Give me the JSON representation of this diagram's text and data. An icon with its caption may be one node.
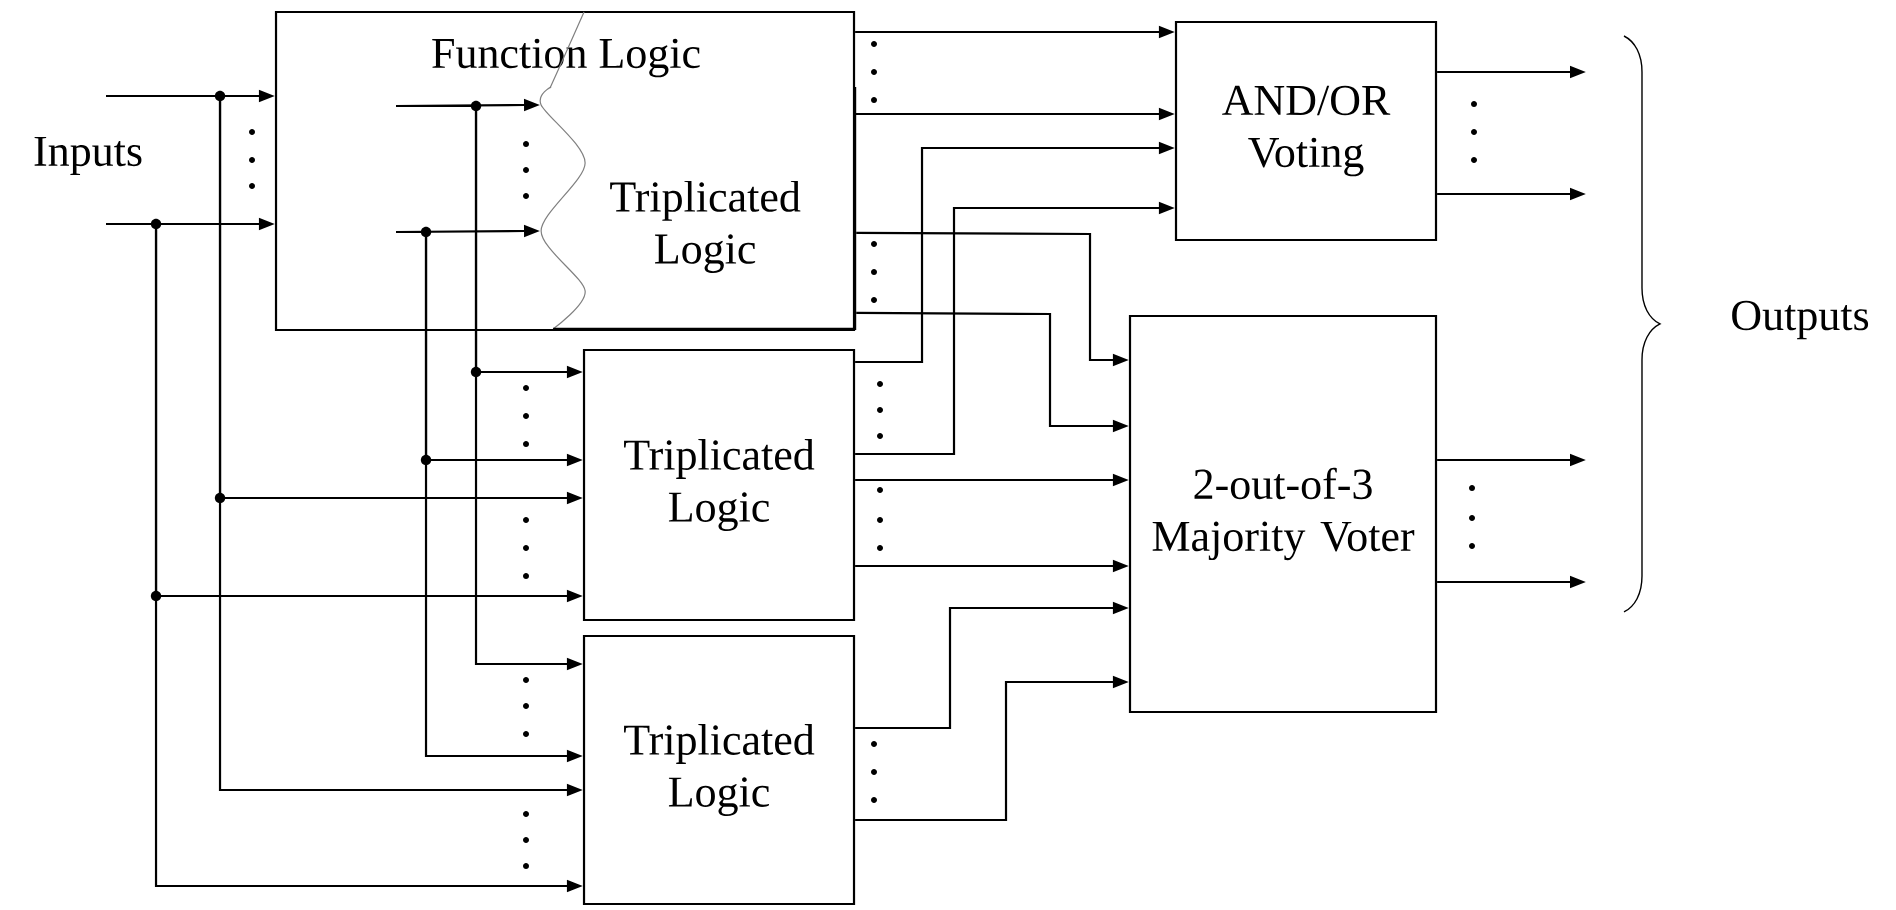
{
  "diagram": {
    "nodes": [
      {
        "text": [
          "Function Logic"
        ]
      },
      {
        "text": [
          "Triplicated Logic"
        ],
        "in": 0
      },
      {
        "text": [
          "Triplicated Logic"
        ]
      },
      {
        "text": [
          "Triplicated Logic"
        ]
      },
      {
        "text": [
          "AND/OR Voting"
        ]
      },
      {
        "text": [
          "2-out-of-3 Majority Voter"
        ]
      }
    ],
    "edges": [
      {
        "from": null,
        "to": 0,
        "arrow": "to"
      },
      {
        "from": null,
        "to": 2,
        "arrow": "to"
      },
      {
        "from": null,
        "to": 3,
        "arrow": "to"
      },
      {
        "from": null,
        "to": 0,
        "arrow": "to"
      },
      {
        "from": null,
        "to": 2,
        "arrow": "to"
      },
      {
        "from": null,
        "to": 3,
        "arrow": "to"
      },
      {
        "from": null,
        "to": 1,
        "arrow": "to"
      },
      {
        "from": null,
        "to": 1,
        "arrow": "to"
      },
      {
        "from": null,
        "to": 2,
        "arrow": "to"
      },
      {
        "from": null,
        "to": 3,
        "arrow": "to"
      },
      {
        "from": null,
        "to": 2,
        "arrow": "to"
      },
      {
        "from": null,
        "to": 3,
        "arrow": "to"
      },
      {
        "from": 0,
        "to": 4,
        "arrow": "to"
      },
      {
        "from": 0,
        "to": 4,
        "arrow": "to"
      },
      {
        "from": 2,
        "to": 4,
        "arrow": "to"
      },
      {
        "from": 2,
        "to": 4,
        "arrow": "to"
      },
      {
        "from": 1,
        "to": 5,
        "arrow": "to"
      },
      {
        "from": 1,
        "to": 5,
        "arrow": "to"
      },
      {
        "from": 2,
        "to": 5,
        "arrow": "to"
      },
      {
        "from": 2,
        "to": 5,
        "arrow": "to"
      },
      {
        "from": 3,
        "to": 5,
        "arrow": "to"
      },
      {
        "from": 3,
        "to": 5,
        "arrow": "to"
      },
      {
        "from": 4,
        "to": null,
        "arrow": "to"
      },
      {
        "from": 4,
        "to": null,
        "arrow": "to"
      },
      {
        "from": 5,
        "to": null,
        "arrow": "to"
      },
      {
        "from": 5,
        "to": null,
        "arrow": "to"
      }
    ],
    "labels": [
      "Inputs",
      "Outputs"
    ]
  }
}
